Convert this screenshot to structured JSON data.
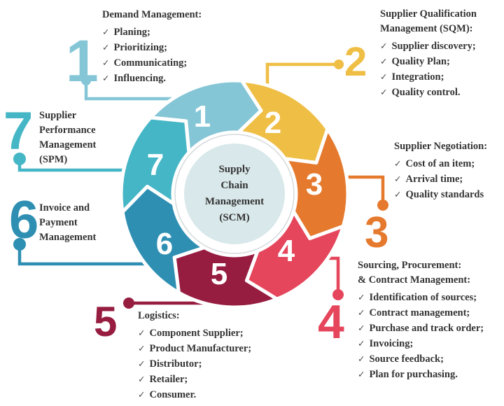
{
  "center": {
    "lines": [
      "Supply",
      "Chain",
      "Management",
      "(SCM)"
    ],
    "fill": "#D9E8EA"
  },
  "checkmark": "✓",
  "segments": [
    {
      "number": "1",
      "color": "#85C6D6",
      "title": "Demand Management:",
      "items": [
        "Planing;",
        "Prioritizing;",
        "Communicating;",
        "Influencing."
      ]
    },
    {
      "number": "2",
      "color": "#EFBE45",
      "title": "Supplier Qualification\nManagement (SQM):",
      "items": [
        "Supplier discovery;",
        "Quality Plan;",
        "Integration;",
        "Quality control."
      ]
    },
    {
      "number": "3",
      "color": "#E57A2E",
      "title": "Supplier Negotiation:",
      "items": [
        "Cost of an item;",
        "Arrival time;",
        "Quality standards"
      ]
    },
    {
      "number": "4",
      "color": "#E5465C",
      "title": "Sourcing, Procurement:\n& Contract Management:",
      "items": [
        "Identification of sources;",
        "Contract management;",
        "Purchase and track order;",
        "Invoicing;",
        "Source feedback;",
        "Plan for purchasing."
      ]
    },
    {
      "number": "5",
      "color": "#961C40",
      "title": "Logistics:",
      "items": [
        "Component Supplier;",
        "Product Manufacturer;",
        "Distributor;",
        "Retailer;",
        "Consumer."
      ]
    },
    {
      "number": "6",
      "color": "#2E8FB2",
      "title": "Invoice and\nPayment\nManagement",
      "items": []
    },
    {
      "number": "7",
      "color": "#45B6C6",
      "title": "Supplier\nPerformance\nManagement\n(SPM)",
      "items": []
    }
  ]
}
